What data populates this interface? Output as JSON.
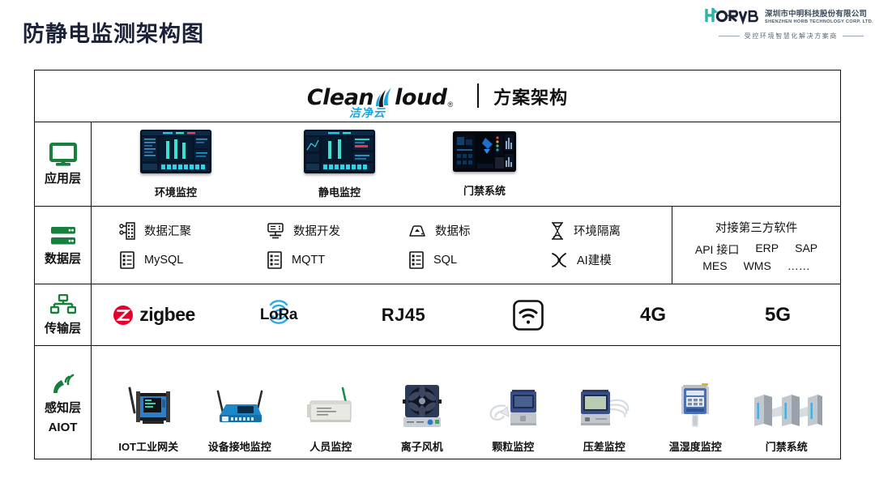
{
  "header": {
    "title": "防静电监测架构图",
    "brand": {
      "logo_text": "HORB",
      "company_cn": "深圳市中明科技股份有限公司",
      "company_en": "SHENZHEN HORB TECHNOLOGY CORP. LTD.",
      "slogan": "受控环境智慧化解决方案商"
    }
  },
  "diagram": {
    "title_band": {
      "logo_clean": "Clean",
      "logo_loud": "loud",
      "logo_reg": "®",
      "logo_cn": "洁净云",
      "subtitle": "方案架构"
    },
    "layers": [
      {
        "key": "application",
        "icon": "monitor-icon",
        "label": "应用层",
        "items": [
          {
            "caption": "环境监控",
            "icon": "dashboard-screenshot"
          },
          {
            "caption": "静电监控",
            "icon": "dashboard-screenshot"
          },
          {
            "caption": "门禁系统",
            "icon": "dashboard-screenshot"
          }
        ]
      },
      {
        "key": "data",
        "icon": "server-icon",
        "label": "数据层",
        "row1": [
          {
            "icon": "data-aggregate-icon",
            "label": "数据汇聚"
          },
          {
            "icon": "data-develop-icon",
            "label": "数据开发"
          },
          {
            "icon": "data-label-icon",
            "label": "数据标"
          },
          {
            "icon": "hourglass-icon",
            "label": "环境隔离"
          }
        ],
        "row2": [
          {
            "icon": "database-list-icon",
            "label": "MySQL"
          },
          {
            "icon": "database-list-icon",
            "label": "MQTT"
          },
          {
            "icon": "database-list-icon",
            "label": "SQL"
          },
          {
            "icon": "wrench-icon",
            "label": "AI建模"
          }
        ],
        "third_party": {
          "title": "对接第三方软件",
          "line1": [
            "API 接口",
            "ERP",
            "SAP"
          ],
          "line2": [
            "MES",
            "WMS",
            "……"
          ]
        }
      },
      {
        "key": "transport",
        "icon": "network-icon",
        "label": "传输层",
        "items": [
          {
            "type": "zigbee",
            "label": "zigbee"
          },
          {
            "type": "lora",
            "label": "LoRa"
          },
          {
            "type": "text",
            "label": "RJ45"
          },
          {
            "type": "wifi",
            "label": "wifi-icon"
          },
          {
            "type": "text",
            "label": "4G"
          },
          {
            "type": "text",
            "label": "5G"
          }
        ]
      },
      {
        "key": "perception",
        "icon": "signal-antenna-icon",
        "label": "感知层",
        "label2": "AIOT",
        "items": [
          {
            "caption": "IOT工业网关",
            "icon": "gateway-device"
          },
          {
            "caption": "设备接地监控",
            "icon": "grounding-device"
          },
          {
            "caption": "人员监控",
            "icon": "personnel-device"
          },
          {
            "caption": "离子风机",
            "icon": "ionizer-fan-device"
          },
          {
            "caption": "颗粒监控",
            "icon": "particle-device"
          },
          {
            "caption": "压差监控",
            "icon": "pressure-device"
          },
          {
            "caption": "温湿度监控",
            "icon": "temp-humidity-device"
          },
          {
            "caption": "门禁系统",
            "icon": "turnstile-device"
          }
        ]
      }
    ]
  },
  "colors": {
    "green": "#16803c",
    "zigbee_red": "#e4002b",
    "lora_blue": "#29a8e0",
    "cleancloud_blue": "#1fa5e0",
    "title_navy": "#1b2238"
  }
}
